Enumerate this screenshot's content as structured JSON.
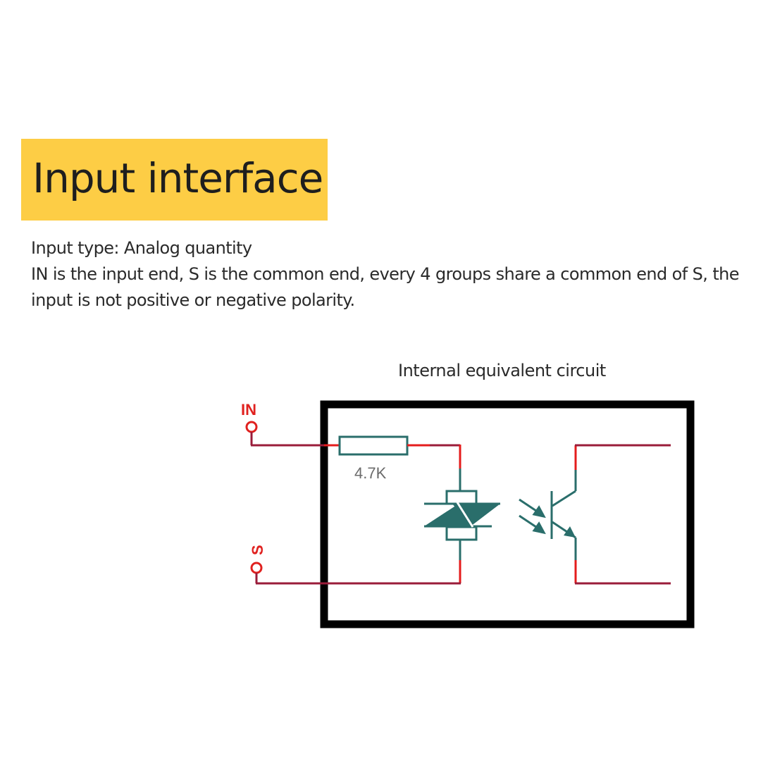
{
  "header": {
    "title": "Input interface",
    "title_bg_color": "#fdcd45"
  },
  "description": {
    "line1": "Input type: Analog quantity",
    "line2": "IN is the input end, S is the common end, every 4 groups share a common end of S, the input is not positive or negative polarity."
  },
  "circuit": {
    "caption": "Internal equivalent circuit",
    "terminals": [
      {
        "label": "IN",
        "color": "#e0211f"
      },
      {
        "label": "S",
        "color": "#e0211f"
      }
    ],
    "resistor": {
      "value": "4.7K"
    },
    "components": [
      "resistor",
      "bidirectional-led",
      "phototransistor"
    ],
    "colors": {
      "wire": "#9a1c3a",
      "wire_accent": "#e41c1c",
      "component": "#2a6e6b",
      "box": "#000000",
      "label_gray": "#6b6b6b"
    }
  }
}
